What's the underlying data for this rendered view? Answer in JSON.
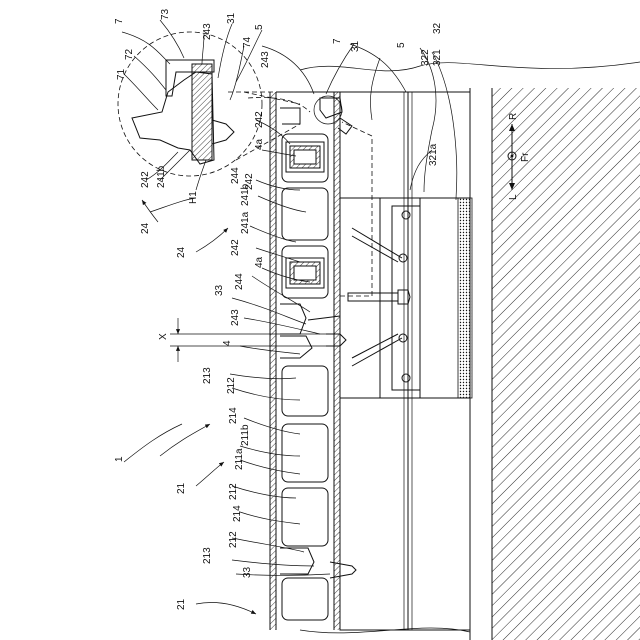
{
  "figure": {
    "labels": {
      "l1": "1",
      "l4": "4",
      "l4a_upper": "4a",
      "l4a_lower": "4a",
      "l5_top": "5",
      "l5_right": "5",
      "l7_top": "7",
      "l7_right": "7",
      "l21_upper": "21",
      "l21_lower": "21",
      "l24_detail": "24",
      "l24_main": "24",
      "l31_top": "31",
      "l31_right": "31",
      "l32": "32",
      "l33_upper": "33",
      "l33_lower": "33",
      "l71": "71",
      "l72": "72",
      "l73": "73",
      "l74": "74",
      "l211a": "211a",
      "l211b": "211b",
      "l212_a": "212",
      "l212_b": "212",
      "l212_c": "212",
      "l213_a": "213",
      "l213_b": "213",
      "l214_a": "214",
      "l214_b": "214",
      "l241a": "241a",
      "l241b_main": "241b",
      "l241b_detail": "241b",
      "l242_detail": "242",
      "l242_a": "242",
      "l242_b": "242",
      "l242_c": "242",
      "l243_detail": "243",
      "l243_top": "243",
      "l243_mid": "243",
      "l244_a": "244",
      "l244_b": "244",
      "l321": "321",
      "l321a": "321a",
      "l322": "322",
      "lH1": "H1",
      "lX": "X",
      "dirR": "R",
      "dirL": "L",
      "dirFr": "Fr"
    }
  }
}
